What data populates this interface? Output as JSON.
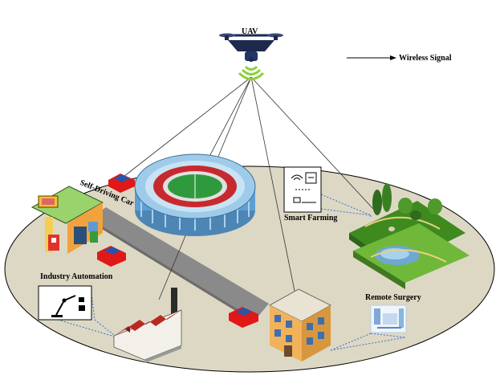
{
  "labels": {
    "uav": "UAV",
    "wireless_signal": "Wireless Signal",
    "self_driving_car": "Self-Driving Car",
    "smart_farming": "Smart Farming",
    "industry_automation": "Industry Automation",
    "remote_surgery": "Remote Surgery"
  },
  "colors": {
    "ground": "#ddd8c4",
    "road": "#8a8a8a",
    "link_line": "#333333",
    "dotted_link": "#3a6fd0",
    "signal_waves": "#8ecf3c",
    "car": "#e01818"
  }
}
